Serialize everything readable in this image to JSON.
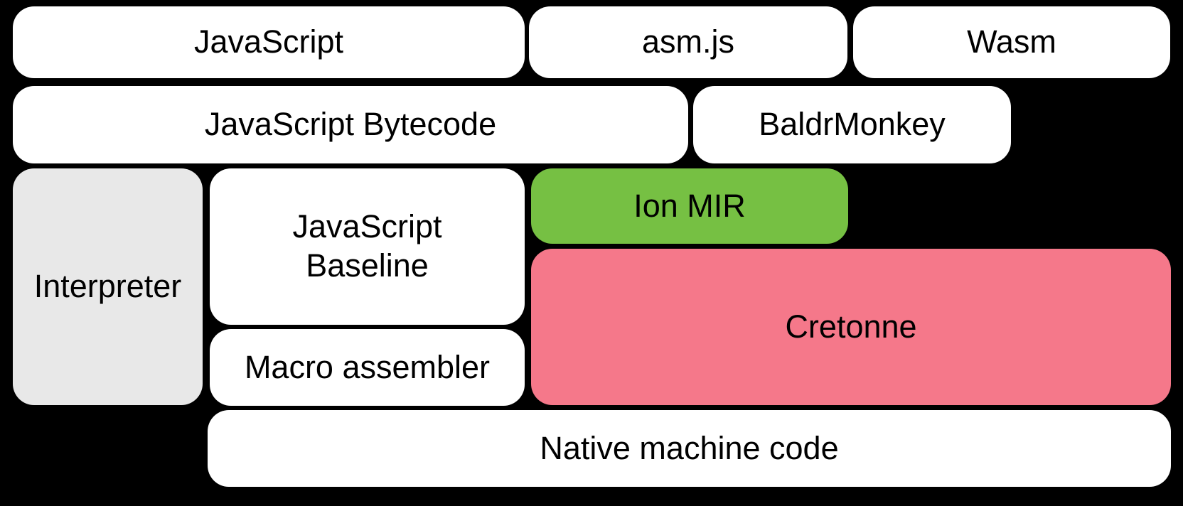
{
  "diagram": {
    "background": "#000000",
    "text_color": "#000000",
    "colors": {
      "default_fill": "#ffffff",
      "interpreter_fill": "#e8e8e8",
      "ion_mir_fill": "#76c043",
      "cretonne_fill": "#f5788a"
    },
    "nodes": [
      {
        "id": "javascript",
        "label": "JavaScript",
        "fill": "#ffffff"
      },
      {
        "id": "asm-js",
        "label": "asm.js",
        "fill": "#ffffff"
      },
      {
        "id": "wasm",
        "label": "Wasm",
        "fill": "#ffffff"
      },
      {
        "id": "javascript-bytecode",
        "label": "JavaScript Bytecode",
        "fill": "#ffffff"
      },
      {
        "id": "baldrmonkey",
        "label": "BaldrMonkey",
        "fill": "#ffffff"
      },
      {
        "id": "interpreter",
        "label": "Interpreter",
        "fill": "#e8e8e8"
      },
      {
        "id": "javascript-baseline",
        "label": "JavaScript\nBaseline",
        "fill": "#ffffff"
      },
      {
        "id": "ion-mir",
        "label": "Ion MIR",
        "fill": "#76c043"
      },
      {
        "id": "cretonne",
        "label": "Cretonne",
        "fill": "#f5788a"
      },
      {
        "id": "macro-assembler",
        "label": "Macro assembler",
        "fill": "#ffffff"
      },
      {
        "id": "native-machine-code",
        "label": "Native machine code",
        "fill": "#ffffff"
      }
    ]
  }
}
